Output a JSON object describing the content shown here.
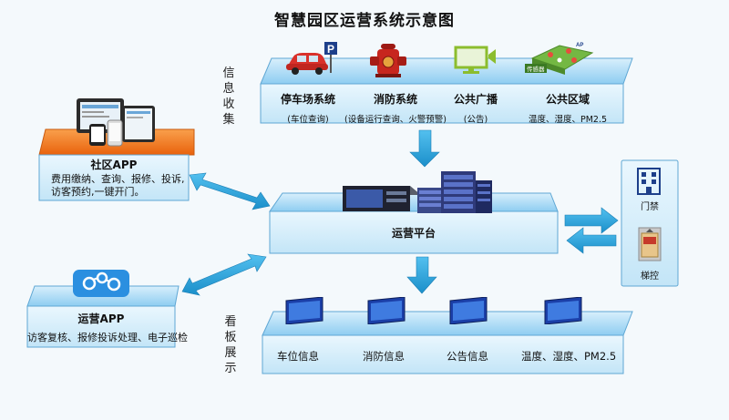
{
  "title": "智慧园区运营系统示意图",
  "side_labels": {
    "collect": [
      "信",
      "息",
      "收",
      "集"
    ],
    "display": [
      "看",
      "板",
      "展",
      "示"
    ]
  },
  "collect": [
    {
      "name": "停车场系统",
      "desc": "(车位查询)",
      "icon": "parking-car-icon"
    },
    {
      "name": "消防系统",
      "desc": "(设备运行查询、火警预警)",
      "icon": "fire-hydrant-icon"
    },
    {
      "name": "公共广播",
      "desc": "(公告)",
      "icon": "broadcast-monitor-icon"
    },
    {
      "name": "公共区域",
      "desc": "温度、湿度、PM2.5",
      "icon": "sensor-map-icon"
    }
  ],
  "sensor_tag": "传感器",
  "platform": {
    "label": "运营平台"
  },
  "community_app": {
    "title": "社区APP",
    "line1": "费用缴纳、查询、报修、投诉,",
    "line2": "访客预约,一键开门。"
  },
  "ops_app": {
    "title": "运营APP",
    "line1": "访客复核、报修投诉处理、电子巡检"
  },
  "right": {
    "door": "门禁",
    "elevator": "梯控"
  },
  "display": [
    "车位信息",
    "消防信息",
    "公告信息",
    "温度、湿度、PM2.5"
  ],
  "colors": {
    "arrow": "#2aa3dc",
    "board_edge": "#5fa7d4",
    "community_top": "#f07a1e"
  }
}
